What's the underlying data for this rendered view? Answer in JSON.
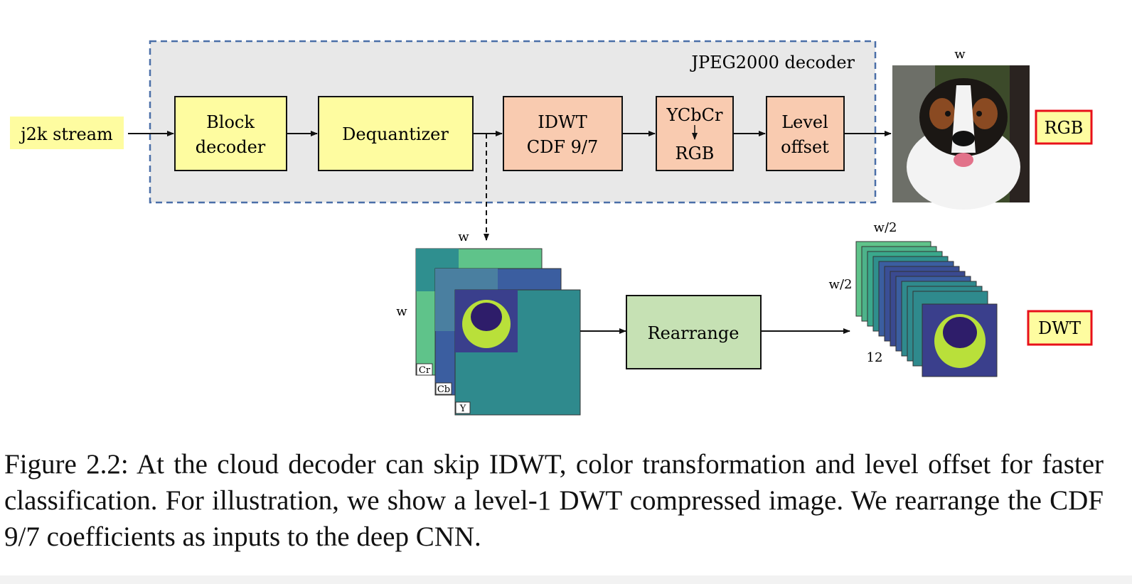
{
  "decoder_title": "JPEG2000 decoder",
  "input_label": "j2k stream",
  "blocks": {
    "block_decoder": [
      "Block",
      "decoder"
    ],
    "dequantizer": "Dequantizer",
    "idwt": [
      "IDWT",
      "CDF 9/7"
    ],
    "color": [
      "YCbCr",
      "RGB"
    ],
    "level_offset": [
      "Level",
      "offset"
    ],
    "rearrange": "Rearrange"
  },
  "outputs": {
    "rgb": "RGB",
    "dwt": "DWT"
  },
  "dims": {
    "rgb_width": "w",
    "coef_width": "w",
    "coef_height": "w",
    "out_width": "w/2",
    "out_height": "w/2",
    "channels": "12"
  },
  "channel_labels": [
    "Cr",
    "Cb",
    "Y"
  ],
  "caption": "Figure 2.2: At the cloud decoder can skip IDWT, color transformation and level offset for faster classification. For illustration, we show a level-1 DWT compressed image. We rearrange the CDF 9/7 coefficients as inputs to the deep CNN.",
  "colors": {
    "yellow": "#fefca0",
    "peach": "#f9cbb0",
    "green": "#c6e1b4",
    "panel": "#e8e8e8",
    "red": "#e8101a"
  }
}
